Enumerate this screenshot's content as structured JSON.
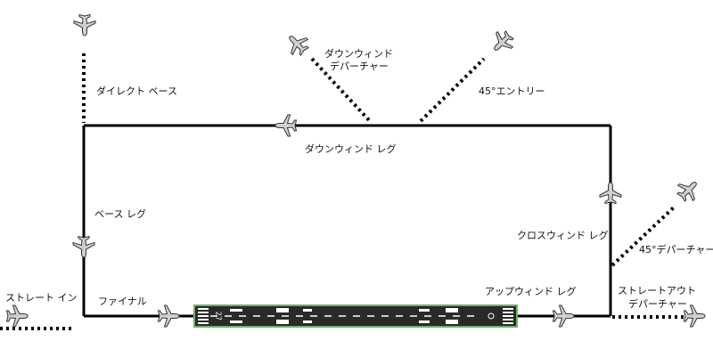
{
  "labels": {
    "direct_base": "ダイレクト ベース",
    "downwind_departure_line1": "ダウンウィンド",
    "downwind_departure_line2": "デパーチャー",
    "entry_45": "45°エントリー",
    "downwind_leg": "ダウンウィンド レグ",
    "base_leg": "ベース レグ",
    "crosswind_leg": "クロスウィンド レグ",
    "departure_45": "45°デパーチャー",
    "straight_in": "ストレート イン",
    "final": "ファイナル",
    "upwind_leg": "アップウィンド レグ",
    "straight_out_line1": "ストレートアウト",
    "straight_out_line2": "デパーチャー"
  },
  "runway": {
    "number": "27"
  },
  "icons": {
    "aircraft": "airplane-icon"
  },
  "colors": {
    "line": "#000000",
    "runway": "#2a2a2a",
    "runway_edge": "#6fae6a",
    "aircraft": "#c8c8c8"
  }
}
